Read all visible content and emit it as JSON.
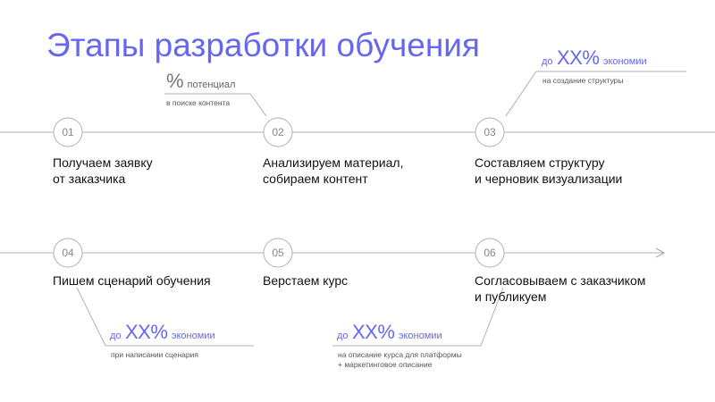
{
  "title": "Этапы разработки обучения",
  "steps": [
    {
      "num": "01",
      "line1": "Получаем заявку",
      "line2": "от заказчика"
    },
    {
      "num": "02",
      "line1": "Анализируем материал,",
      "line2": "собираем контент"
    },
    {
      "num": "03",
      "line1": "Составляем структуру",
      "line2": "и черновик визуализации"
    },
    {
      "num": "04",
      "line1": "Пишем сценарий обучения",
      "line2": ""
    },
    {
      "num": "05",
      "line1": "Верстаем курс",
      "line2": ""
    },
    {
      "num": "06",
      "line1": "Согласовываем с заказчиком",
      "line2": "и публикуем"
    }
  ],
  "notes": {
    "potential": {
      "big": "%",
      "post": "потенциал",
      "sub1": "в поиске контента"
    },
    "structure": {
      "pre": "до",
      "big": "XX%",
      "post": "экономии",
      "sub1": "на создание структуры"
    },
    "scenario": {
      "pre": "до",
      "big": "XX%",
      "post": "экономии",
      "sub1": "при написании сценария"
    },
    "description": {
      "pre": "до",
      "big": "XX%",
      "post": "экономии",
      "sub1": "на описание курса для платформы",
      "sub2": "+ маркетинговое описание"
    }
  },
  "colors": {
    "accent": "#6666f2",
    "line": "#999999",
    "text": "#111111"
  }
}
